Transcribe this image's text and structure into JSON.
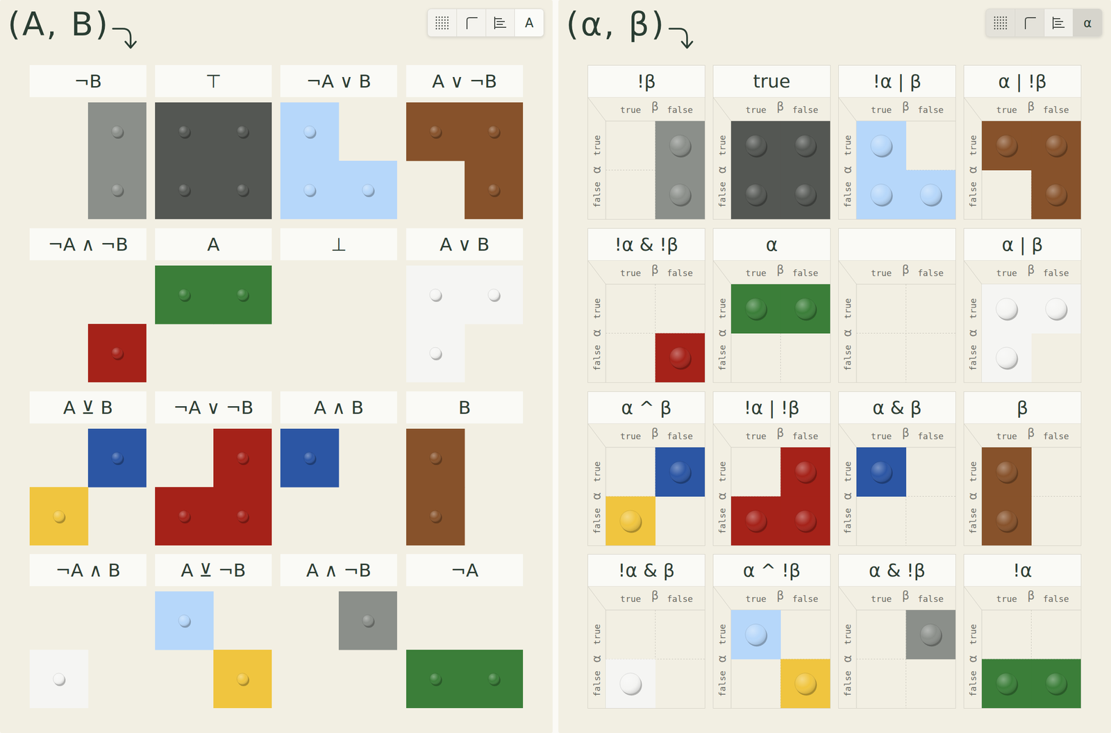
{
  "diagram": {
    "nodes": [
      {
        "text": [
          "(A, B)"
        ]
      },
      {
        "text": [
          "A"
        ],
        "in": 0
      },
      {
        "text": [
          "¬B"
        ],
        "in": 0
      },
      {
        "text": [
          "⊤"
        ],
        "in": 0
      },
      {
        "text": [
          "¬A ∨ B"
        ],
        "in": 0
      },
      {
        "text": [
          "A ∨ ¬B"
        ],
        "in": 0
      },
      {
        "text": [
          "¬A ∧ ¬B"
        ],
        "in": 0
      },
      {
        "text": [
          "A"
        ],
        "in": 0
      },
      {
        "text": [
          "⊥"
        ],
        "in": 0
      },
      {
        "text": [
          "A ∨ B"
        ],
        "in": 0
      },
      {
        "text": [
          "A ⊻ B"
        ],
        "in": 0
      },
      {
        "text": [
          "¬A ∨ ¬B"
        ],
        "in": 0
      },
      {
        "text": [
          "A ∧ B"
        ],
        "in": 0
      },
      {
        "text": [
          "B"
        ],
        "in": 0
      },
      {
        "text": [
          "¬A ∧ B"
        ],
        "in": 0
      },
      {
        "text": [
          "A ⊻ ¬B"
        ],
        "in": 0
      },
      {
        "text": [
          "A ∧ ¬B"
        ],
        "in": 0
      },
      {
        "text": [
          "¬A"
        ],
        "in": 0
      },
      {
        "text": [
          "(α, β)"
        ]
      },
      {
        "text": [
          "α"
        ],
        "in": 18
      },
      {
        "text": [
          "!β",
          "true",
          "β",
          "false",
          "true",
          "α",
          "false"
        ],
        "in": 18
      },
      {
        "text": [
          "true",
          "true",
          "β",
          "false",
          "true",
          "α",
          "false"
        ],
        "in": 18
      },
      {
        "text": [
          "!α | β",
          "true",
          "β",
          "false",
          "true",
          "α",
          "false"
        ],
        "in": 18
      },
      {
        "text": [
          "α | !β",
          "true",
          "β",
          "false",
          "true",
          "α",
          "false"
        ],
        "in": 18
      },
      {
        "text": [
          "!α & !β",
          "true",
          "β",
          "false",
          "true",
          "α",
          "false"
        ],
        "in": 18
      },
      {
        "text": [
          "α",
          "true",
          "β",
          "false",
          "true",
          "α",
          "false"
        ],
        "in": 18
      },
      {
        "text": [
          "true",
          "β",
          "false",
          "true",
          "α",
          "false"
        ],
        "in": 18
      },
      {
        "text": [
          "α | β",
          "true",
          "β",
          "false",
          "true",
          "α",
          "false"
        ],
        "in": 18
      },
      {
        "text": [
          "α ^ β",
          "true",
          "β",
          "false",
          "true",
          "α",
          "false"
        ],
        "in": 18
      },
      {
        "text": [
          "!α | !β",
          "true",
          "β",
          "false",
          "true",
          "α",
          "false"
        ],
        "in": 18
      },
      {
        "text": [
          "α & β",
          "true",
          "β",
          "false",
          "true",
          "α",
          "false"
        ],
        "in": 18
      },
      {
        "text": [
          "β",
          "true",
          "β",
          "false",
          "true",
          "α",
          "false"
        ],
        "in": 18
      },
      {
        "text": [
          "!α & β",
          "true",
          "β",
          "false",
          "true",
          "α",
          "false"
        ],
        "in": 18
      },
      {
        "text": [
          "α ^ !β",
          "true",
          "β",
          "false",
          "true",
          "α",
          "false"
        ],
        "in": 18
      },
      {
        "text": [
          "α & !β",
          "true",
          "β",
          "false",
          "true",
          "α",
          "false"
        ],
        "in": 18
      },
      {
        "text": [
          "!α",
          "true",
          "β",
          "false",
          "true",
          "α",
          "false"
        ],
        "in": 18
      }
    ]
  }
}
